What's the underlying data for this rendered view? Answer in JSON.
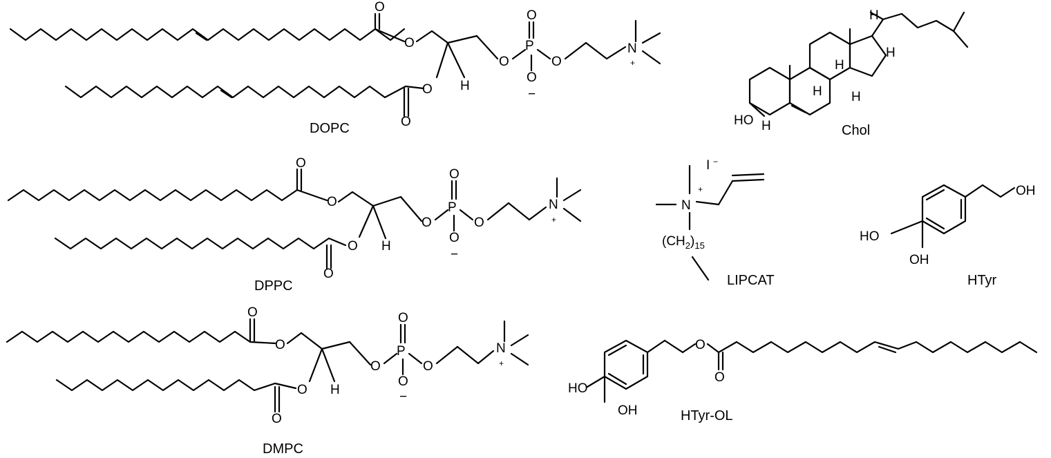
{
  "molecules": {
    "dopc": {
      "name": "DOPC"
    },
    "dppc": {
      "name": "DPPC"
    },
    "dmpc": {
      "name": "DMPC"
    },
    "chol": {
      "name": "Chol"
    },
    "lipcat": {
      "name": "LIPCAT",
      "counterion": "I",
      "counterion_charge": "−",
      "chain_label": "(CH",
      "chain_sub1": "2",
      "chain_close": ")",
      "chain_sub2": "15"
    },
    "htyr": {
      "name": "HTyr"
    },
    "htyr_ol": {
      "name": "HTyr-OL"
    }
  },
  "atoms": {
    "O": "O",
    "P": "P",
    "N": "N",
    "H": "H",
    "HO": "HO",
    "OH": "OH",
    "plus": "+",
    "minus": "−"
  }
}
